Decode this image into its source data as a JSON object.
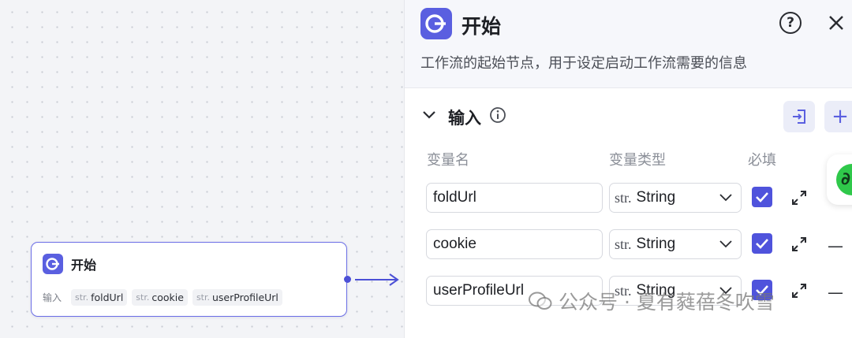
{
  "node": {
    "title": "开始",
    "inputs_label": "输入",
    "type_prefix": "str.",
    "vars": [
      "foldUrl",
      "cookie",
      "userProfileUrl"
    ]
  },
  "panel": {
    "title": "开始",
    "description": "工作流的起始节点，用于设定启动工作流需要的信息",
    "help_symbol": "?",
    "section_title": "输入",
    "add_symbol": "+",
    "columns": {
      "name": "变量名",
      "type": "变量类型",
      "required": "必填"
    },
    "rows": [
      {
        "name": "foldUrl",
        "type_prefix": "str.",
        "type": "String",
        "required": true
      },
      {
        "name": "cookie",
        "type_prefix": "str.",
        "type": "String",
        "required": true
      },
      {
        "name": "userProfileUrl",
        "type_prefix": "str.",
        "type": "String",
        "required": true
      }
    ],
    "minus_symbol": "—"
  },
  "watermark": "公众号 · 夏有蕤蓓冬吹雪",
  "colors": {
    "accent": "#5a5fe0",
    "check": "#4f53dc",
    "green": "#2fc84a"
  }
}
